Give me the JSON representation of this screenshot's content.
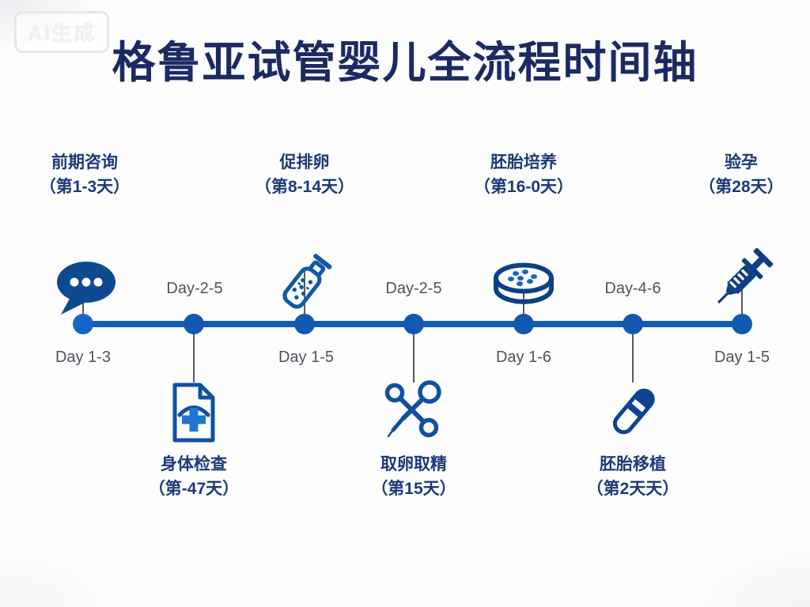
{
  "badge": {
    "label": "AI生成"
  },
  "title": "格鲁亚试管婴儿全流程时间轴",
  "colors": {
    "title": "#1c2a63",
    "step_label": "#1c3a78",
    "day_label": "#4d545c",
    "timeline_line": "#0f5cb8",
    "timeline_dot": "#1159b0",
    "icon_primary": "#0e4a8f",
    "icon_accent": "#1f77cc"
  },
  "timeline": {
    "steps": [
      {
        "name": "前期咨询",
        "days": "（第1-3天）",
        "day_label": "Day 1-3",
        "icon": "chat-bubble",
        "icon_side": "above",
        "day_label_side": "below"
      },
      {
        "name": "身体检查",
        "days": "（第-47天）",
        "day_label": "Day-2-5",
        "icon": "medical-report",
        "icon_side": "below",
        "day_label_side": "above"
      },
      {
        "name": "促排卵",
        "days": "（第8-14天）",
        "day_label": "Day 1-5",
        "icon": "medicine-vial",
        "icon_side": "above",
        "day_label_side": "below"
      },
      {
        "name": "取卵取精",
        "days": "（第15天）",
        "day_label": "Day-2-5",
        "icon": "needle-and-pipette",
        "icon_side": "below",
        "day_label_side": "above"
      },
      {
        "name": "胚胎培养",
        "days": "（第16-0天）",
        "day_label": "Day 1-6",
        "icon": "petri-dish",
        "icon_side": "above",
        "day_label_side": "below"
      },
      {
        "name": "胚胎移植",
        "days": "（第2天天）",
        "day_label": "Day-4-6",
        "icon": "test-tube",
        "icon_side": "below",
        "day_label_side": "above"
      },
      {
        "name": "验孕",
        "days": "（第28天）",
        "day_label": "Day 1-5",
        "icon": "syringe",
        "icon_side": "above",
        "day_label_side": "below"
      }
    ]
  }
}
